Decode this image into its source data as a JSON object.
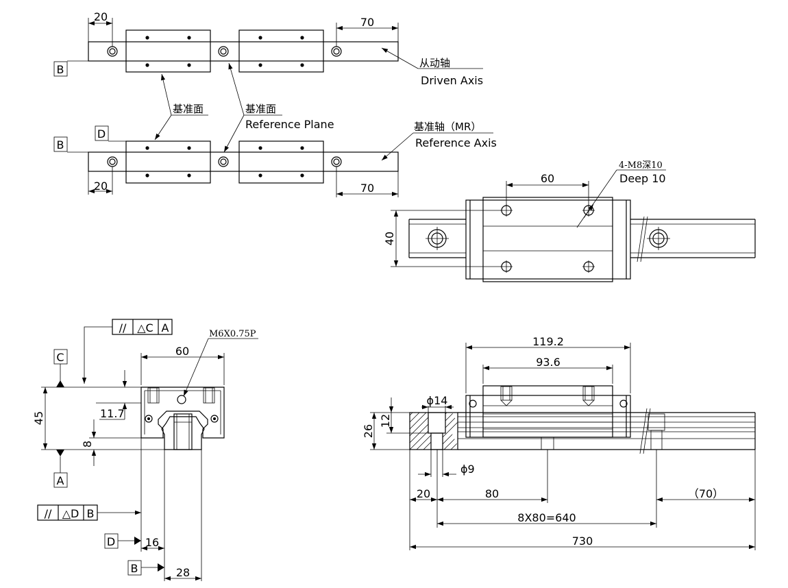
{
  "top_view": {
    "dim_left_top": "20",
    "dim_right_top": "70",
    "dim_left_bottom": "20",
    "dim_right_bottom": "70",
    "datum_b_top": "B",
    "datum_b_bottom": "B",
    "datum_d": "D",
    "ref_face_cn_1": "基准面",
    "ref_face_cn_2": "基准面",
    "ref_plane_en": "Reference Plane",
    "driven_axis_cn": "从动轴",
    "driven_axis_en": "Driven Axis",
    "ref_axis_cn": "基准轴（MR）",
    "ref_axis_en": "Reference Axis"
  },
  "detail_view": {
    "dim_hole_spacing": "60",
    "dim_width": "40",
    "holes_note_cn": "4-M8深10",
    "holes_note_en": "Deep 10"
  },
  "end_view": {
    "tol_frame_top": [
      "//",
      "△C",
      "A"
    ],
    "tol_frame_bottom": [
      "//",
      "△D",
      "B"
    ],
    "datum_c": "C",
    "datum_a": "A",
    "datum_d": "D",
    "datum_b": "B",
    "dim_width": "60",
    "dim_height": "45",
    "dim_11_7": "11.7",
    "dim_8": "8",
    "dim_16": "16",
    "dim_28": "28",
    "grease_note": "M6X0.75P"
  },
  "side_view": {
    "dim_119_2": "119.2",
    "dim_93_6": "93.6",
    "dim_d14": "ϕ14",
    "dim_d9": "ϕ9",
    "dim_26": "26",
    "dim_12": "12",
    "dim_20": "20",
    "dim_80": "80",
    "dim_70": "（70）",
    "dim_pitch": "8X80=640",
    "dim_total": "730"
  }
}
